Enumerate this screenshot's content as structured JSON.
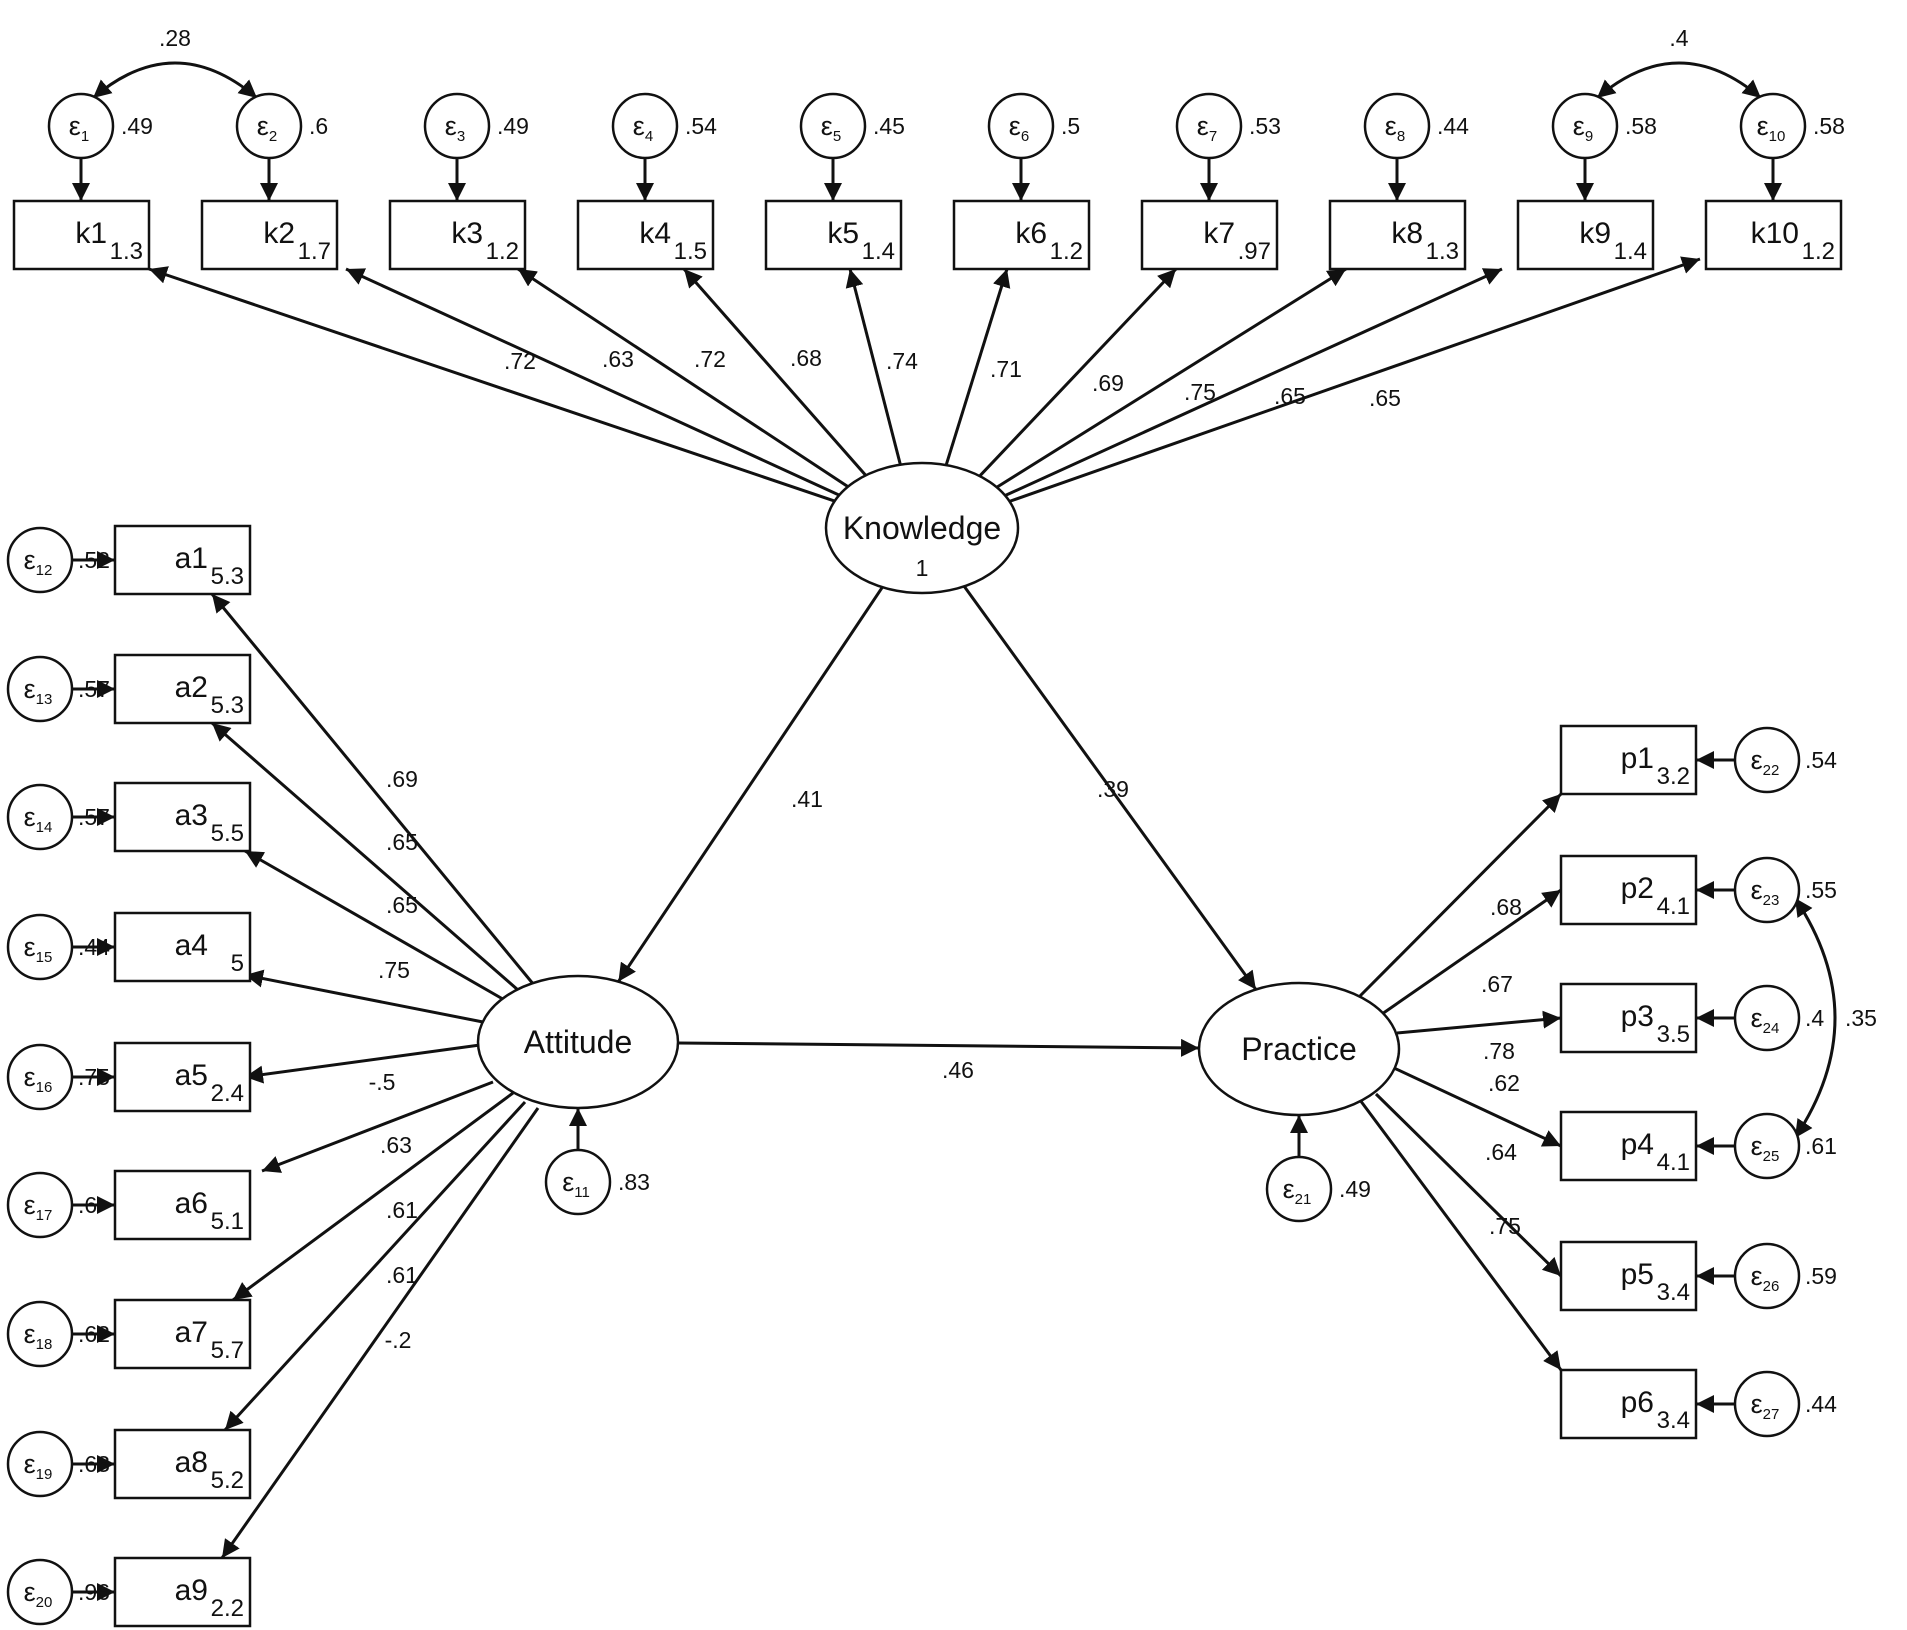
{
  "latents": [
    {
      "id": "K",
      "name": "Knowledge",
      "variance": "1"
    },
    {
      "id": "A",
      "name": "Attitude",
      "variance": ""
    },
    {
      "id": "P",
      "name": "Practice",
      "variance": ""
    }
  ],
  "structural_paths": [
    {
      "from": "K",
      "to": "A",
      "coef": ".41"
    },
    {
      "from": "K",
      "to": "P",
      "coef": ".39"
    },
    {
      "from": "A",
      "to": "P",
      "coef": ".46"
    }
  ],
  "latent_errors": [
    {
      "latent": "A",
      "eps_sub": "11",
      "variance": ".83"
    },
    {
      "latent": "P",
      "eps_sub": "21",
      "variance": ".49"
    }
  ],
  "indicators": [
    {
      "id": "k1",
      "latent": "K",
      "name": "k1",
      "intercept": "1.3",
      "loading": ".72",
      "eps_sub": "1",
      "err_var": ".49"
    },
    {
      "id": "k2",
      "latent": "K",
      "name": "k2",
      "intercept": "1.7",
      "loading": ".63",
      "eps_sub": "2",
      "err_var": ".6"
    },
    {
      "id": "k3",
      "latent": "K",
      "name": "k3",
      "intercept": "1.2",
      "loading": ".72",
      "eps_sub": "3",
      "err_var": ".49"
    },
    {
      "id": "k4",
      "latent": "K",
      "name": "k4",
      "intercept": "1.5",
      "loading": ".68",
      "eps_sub": "4",
      "err_var": ".54"
    },
    {
      "id": "k5",
      "latent": "K",
      "name": "k5",
      "intercept": "1.4",
      "loading": ".74",
      "eps_sub": "5",
      "err_var": ".45"
    },
    {
      "id": "k6",
      "latent": "K",
      "name": "k6",
      "intercept": "1.2",
      "loading": ".71",
      "eps_sub": "6",
      "err_var": ".5"
    },
    {
      "id": "k7",
      "latent": "K",
      "name": "k7",
      "intercept": ".97",
      "loading": ".69",
      "eps_sub": "7",
      "err_var": ".53"
    },
    {
      "id": "k8",
      "latent": "K",
      "name": "k8",
      "intercept": "1.3",
      "loading": ".75",
      "eps_sub": "8",
      "err_var": ".44"
    },
    {
      "id": "k9",
      "latent": "K",
      "name": "k9",
      "intercept": "1.4",
      "loading": ".65",
      "eps_sub": "9",
      "err_var": ".58"
    },
    {
      "id": "k10",
      "latent": "K",
      "name": "k10",
      "intercept": "1.2",
      "loading": ".65",
      "eps_sub": "10",
      "err_var": ".58"
    },
    {
      "id": "a1",
      "latent": "A",
      "name": "a1",
      "intercept": "5.3",
      "loading": ".69",
      "eps_sub": "12",
      "err_var": ".52"
    },
    {
      "id": "a2",
      "latent": "A",
      "name": "a2",
      "intercept": "5.3",
      "loading": ".65",
      "eps_sub": "13",
      "err_var": ".57"
    },
    {
      "id": "a3",
      "latent": "A",
      "name": "a3",
      "intercept": "5.5",
      "loading": ".65",
      "eps_sub": "14",
      "err_var": ".57"
    },
    {
      "id": "a4",
      "latent": "A",
      "name": "a4",
      "intercept": "5",
      "loading": ".75",
      "eps_sub": "15",
      "err_var": ".44"
    },
    {
      "id": "a5",
      "latent": "A",
      "name": "a5",
      "intercept": "2.4",
      "loading": "-.5",
      "eps_sub": "16",
      "err_var": ".75"
    },
    {
      "id": "a6",
      "latent": "A",
      "name": "a6",
      "intercept": "5.1",
      "loading": ".63",
      "eps_sub": "17",
      "err_var": ".6"
    },
    {
      "id": "a7",
      "latent": "A",
      "name": "a7",
      "intercept": "5.7",
      "loading": ".61",
      "eps_sub": "18",
      "err_var": ".62"
    },
    {
      "id": "a8",
      "latent": "A",
      "name": "a8",
      "intercept": "5.2",
      "loading": ".61",
      "eps_sub": "19",
      "err_var": ".63"
    },
    {
      "id": "a9",
      "latent": "A",
      "name": "a9",
      "intercept": "2.2",
      "loading": "-.2",
      "eps_sub": "20",
      "err_var": ".96"
    },
    {
      "id": "p1",
      "latent": "P",
      "name": "p1",
      "intercept": "3.2",
      "loading": ".68",
      "eps_sub": "22",
      "err_var": ".54"
    },
    {
      "id": "p2",
      "latent": "P",
      "name": "p2",
      "intercept": "4.1",
      "loading": ".67",
      "eps_sub": "23",
      "err_var": ".55"
    },
    {
      "id": "p3",
      "latent": "P",
      "name": "p3",
      "intercept": "3.5",
      "loading": ".78",
      "eps_sub": "24",
      "err_var": ".4"
    },
    {
      "id": "p4",
      "latent": "P",
      "name": "p4",
      "intercept": "4.1",
      "loading": ".62",
      "eps_sub": "25",
      "err_var": ".61"
    },
    {
      "id": "p5",
      "latent": "P",
      "name": "p5",
      "intercept": "3.4",
      "loading": ".64",
      "eps_sub": "26",
      "err_var": ".59"
    },
    {
      "id": "p6",
      "latent": "P",
      "name": "p6",
      "intercept": "3.4",
      "loading": ".75",
      "eps_sub": "27",
      "err_var": ".44"
    }
  ],
  "error_covariances": [
    {
      "between": [
        "k1",
        "k2"
      ],
      "value": ".28"
    },
    {
      "between": [
        "k9",
        "k10"
      ],
      "value": ".4"
    },
    {
      "between": [
        "p2",
        "p4"
      ],
      "value": ".35"
    }
  ],
  "epsilon_symbol": "ε"
}
